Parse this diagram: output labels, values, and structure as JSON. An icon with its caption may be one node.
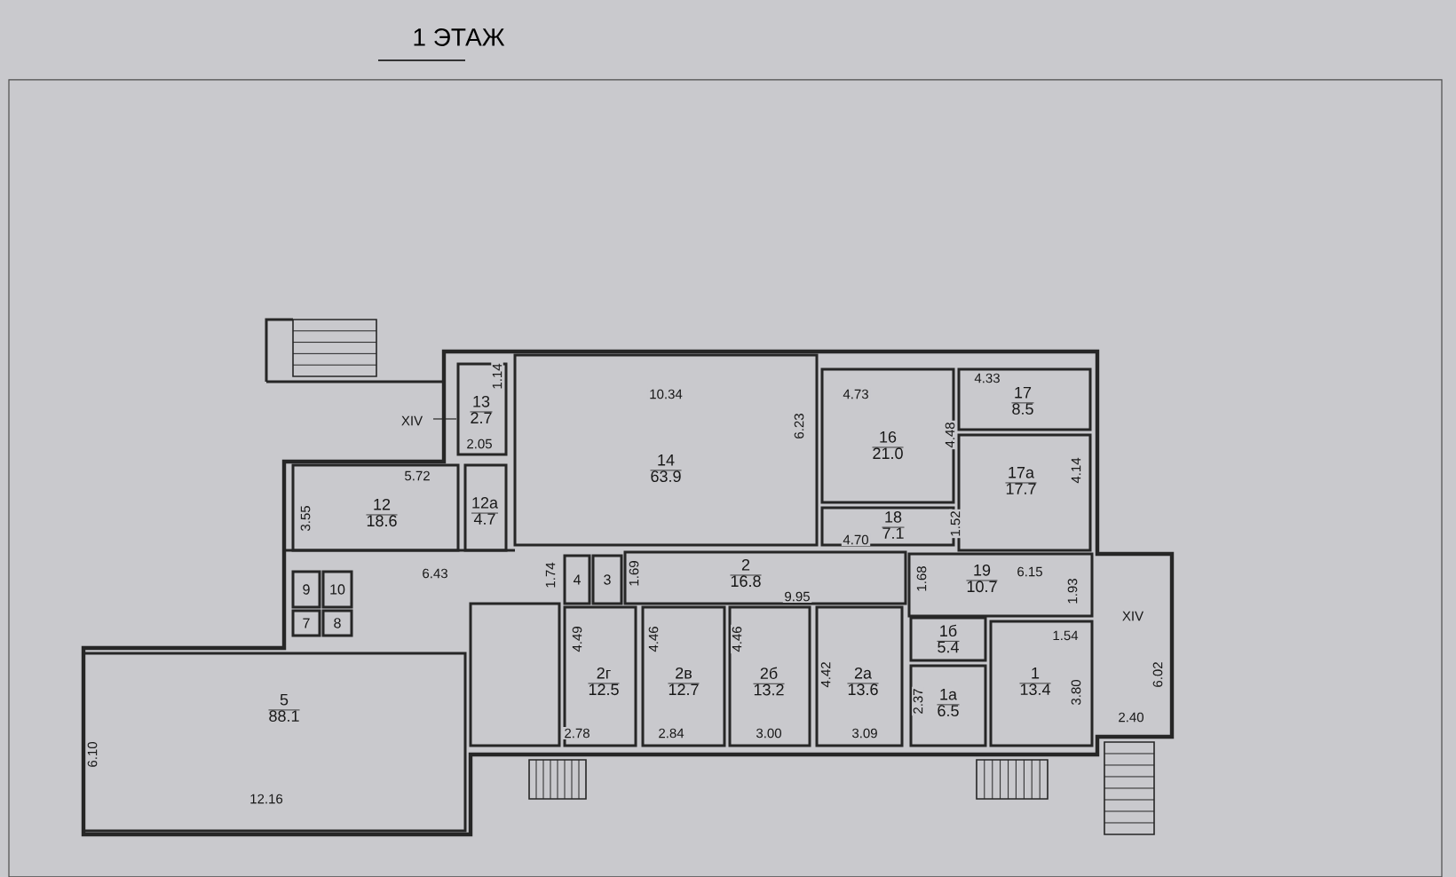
{
  "diagram": {
    "title": "1 ЭТАЖ",
    "nodes": [
      {
        "text": [
          "13",
          "2.7"
        ]
      },
      {
        "text": [
          "14",
          "63.9"
        ]
      },
      {
        "text": [
          "16",
          "21.0"
        ]
      },
      {
        "text": [
          "17",
          "8.5"
        ]
      },
      {
        "text": [
          "12",
          "18.6"
        ]
      },
      {
        "text": [
          "12а",
          "4.7"
        ]
      },
      {
        "text": [
          "18",
          "7.1"
        ]
      },
      {
        "text": [
          "17а",
          "17.7"
        ]
      },
      {
        "text": [
          "4"
        ]
      },
      {
        "text": [
          "3"
        ]
      },
      {
        "text": [
          "2",
          "16.8"
        ]
      },
      {
        "text": [
          "19",
          "10.7"
        ]
      },
      {
        "text": [
          "9"
        ]
      },
      {
        "text": [
          "10"
        ]
      },
      {
        "text": [
          "7"
        ]
      },
      {
        "text": [
          "8"
        ]
      },
      {
        "text": [],
        "shape": "box"
      },
      {
        "text": [
          "2г",
          "12.5"
        ]
      },
      {
        "text": [
          "2в",
          "12.7"
        ]
      },
      {
        "text": [
          "2б",
          "13.2"
        ]
      },
      {
        "text": [
          "2а",
          "13.6"
        ]
      },
      {
        "text": [
          "1б",
          "5.4"
        ]
      },
      {
        "text": [
          "1",
          "13.4"
        ]
      },
      {
        "text": [
          "1а",
          "6.5"
        ]
      },
      {
        "text": [
          "5",
          "88.1"
        ]
      }
    ],
    "labels": [
      "1.14",
      "10.34",
      "4.33",
      "4.73",
      "XIV",
      "2.05",
      "6.23",
      "4.48",
      "4.14",
      "5.72",
      "3.55",
      "1.52",
      "4.70",
      "6.43",
      "1.74",
      "1.69",
      "9.95",
      "1.68",
      "6.15",
      "1.93",
      "XIV",
      "1.54",
      "4.49",
      "4.46",
      "4.46",
      "4.42",
      "2.37",
      "3.80",
      "6.02",
      "6.10",
      "2.40",
      "2.78",
      "2.84",
      "3.00",
      "3.09",
      "12.16"
    ]
  }
}
